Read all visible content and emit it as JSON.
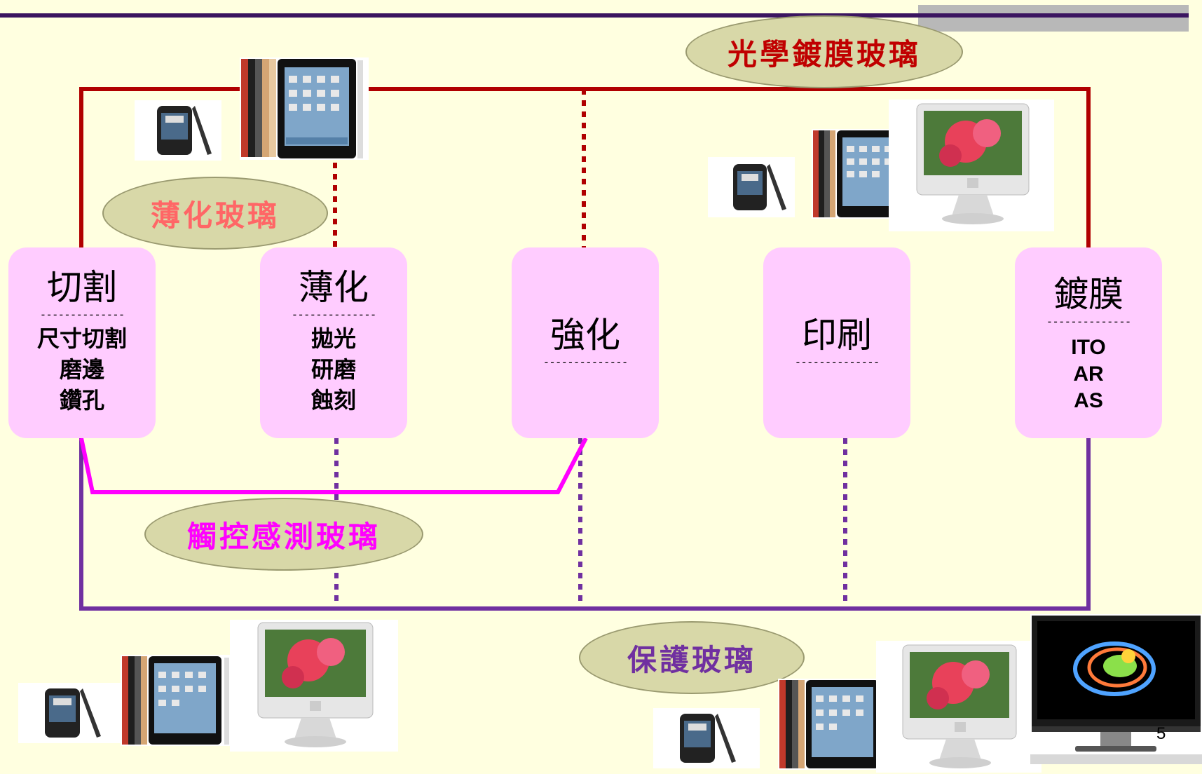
{
  "labels": {
    "optical": "光學鍍膜玻璃",
    "thinning": "薄化玻璃",
    "touch": "觸控感測玻璃",
    "protective": "保護玻璃"
  },
  "colors": {
    "optical_line": "#B00000",
    "touch_line": "#FF00FF",
    "protective_line": "#7030A0",
    "box_fill": "#FFCCFF",
    "ellipse_fill": "#D8D8A8"
  },
  "steps": [
    {
      "title": "切割",
      "dash": "--------------",
      "items": [
        "尺寸切割",
        "磨邊",
        "鑽孔"
      ]
    },
    {
      "title": "薄化",
      "dash": "--------------",
      "items": [
        "拋光",
        "研磨",
        "蝕刻"
      ]
    },
    {
      "title": "強化",
      "dash": "--------------",
      "items": []
    },
    {
      "title": "印刷",
      "dash": "--------------",
      "items": []
    },
    {
      "title": "鍍膜",
      "dash": "--------------",
      "items": [
        "ITO",
        "AR",
        "AS"
      ]
    }
  ],
  "page_number": "5"
}
